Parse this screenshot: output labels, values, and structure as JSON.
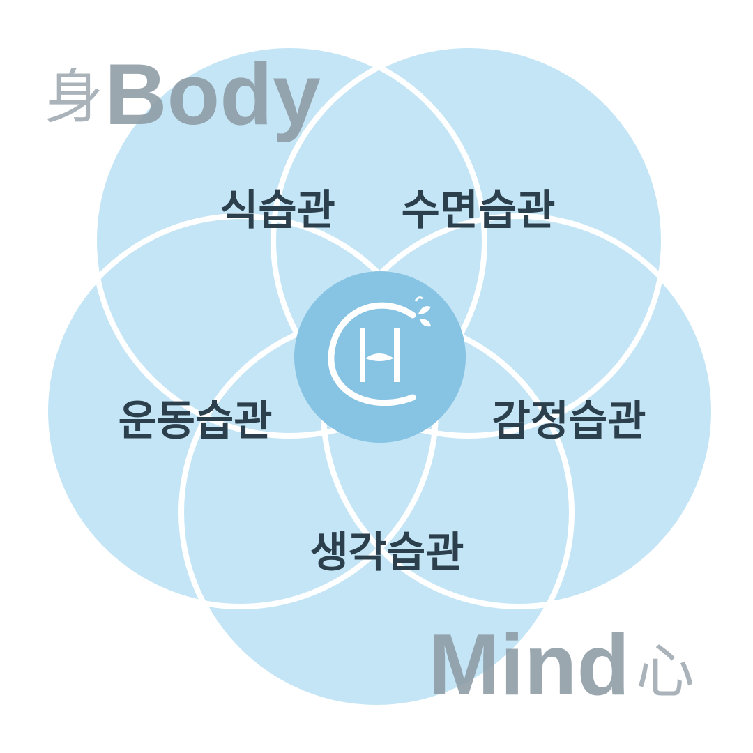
{
  "diagram": {
    "body_label": "Body",
    "body_hanja": "身",
    "mind_label": "Mind",
    "mind_hanja": "心",
    "habits": {
      "food": "식습관",
      "sleep": "수면습관",
      "exercise": "운동습관",
      "emotion": "감정습관",
      "thought": "생각습관"
    },
    "logo_icon": "ch-leaf-logo-icon"
  },
  "colors": {
    "petal_fill": "#c4e5f5",
    "petal_stroke": "#ffffff",
    "center_fill": "#87c3e3",
    "habit_text": "#2b3f4c",
    "word_text": "#8e9ca5"
  }
}
